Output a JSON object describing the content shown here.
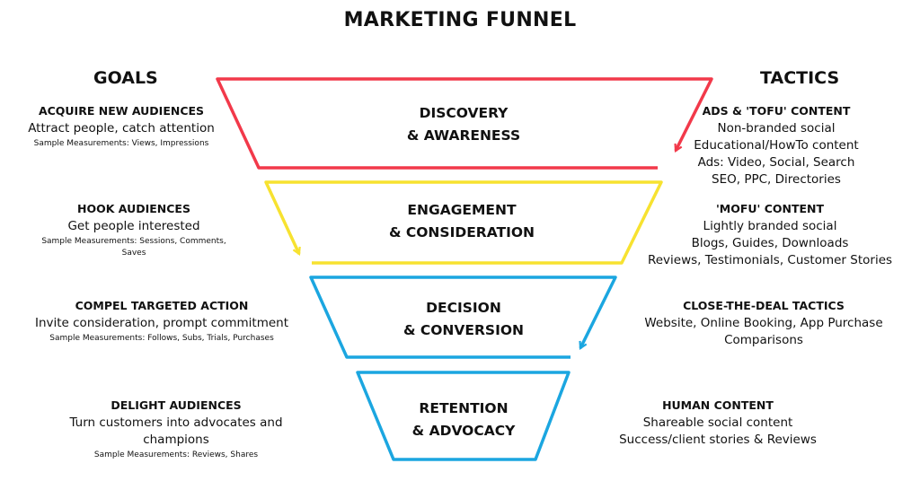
{
  "title": "MARKETING FUNNEL",
  "goals_heading": "GOALS",
  "tactics_heading": "TACTICS",
  "colors": {
    "discovery": "#f2394a",
    "engagement": "#f7e230",
    "decision": "#1ba6e0",
    "retention": "#1ba6e0"
  },
  "stages": [
    {
      "line1": "DISCOVERY",
      "line2": "& AWARENESS"
    },
    {
      "line1": "ENGAGEMENT",
      "line2": "& CONSIDERATION"
    },
    {
      "line1": "DECISION",
      "line2": "& CONVERSION"
    },
    {
      "line1": "RETENTION",
      "line2": "& ADVOCACY"
    }
  ],
  "goals": [
    {
      "heading": "ACQUIRE NEW AUDIENCES",
      "description": "Attract people, catch attention",
      "measure": "Sample Measurements: Views, Impressions"
    },
    {
      "heading": "HOOK AUDIENCES",
      "description": "Get people interested",
      "measure": "Sample Measurements: Sessions, Comments, Saves"
    },
    {
      "heading": "COMPEL TARGETED ACTION",
      "description": "Invite consideration, prompt commitment",
      "measure": "Sample Measurements: Follows, Subs, Trials, Purchases"
    },
    {
      "heading": "DELIGHT AUDIENCES",
      "description": "Turn customers into advocates and champions",
      "measure": "Sample Measurements: Reviews, Shares"
    }
  ],
  "tactics": [
    {
      "heading": "ADS & 'TOFU' CONTENT",
      "lines": [
        "Non-branded social",
        "Educational/HowTo content",
        "Ads: Video, Social, Search",
        "SEO, PPC, Directories"
      ]
    },
    {
      "heading": "'MOFU' CONTENT",
      "lines": [
        "Lightly branded social",
        "Blogs, Guides, Downloads",
        "Reviews, Testimonials, Customer Stories"
      ]
    },
    {
      "heading": "CLOSE-THE-DEAL TACTICS",
      "lines": [
        "Website, Online Booking, App Purchase",
        "Comparisons"
      ]
    },
    {
      "heading": "HUMAN CONTENT",
      "lines": [
        "Shareable social content",
        "Success/client stories & Reviews"
      ]
    }
  ]
}
